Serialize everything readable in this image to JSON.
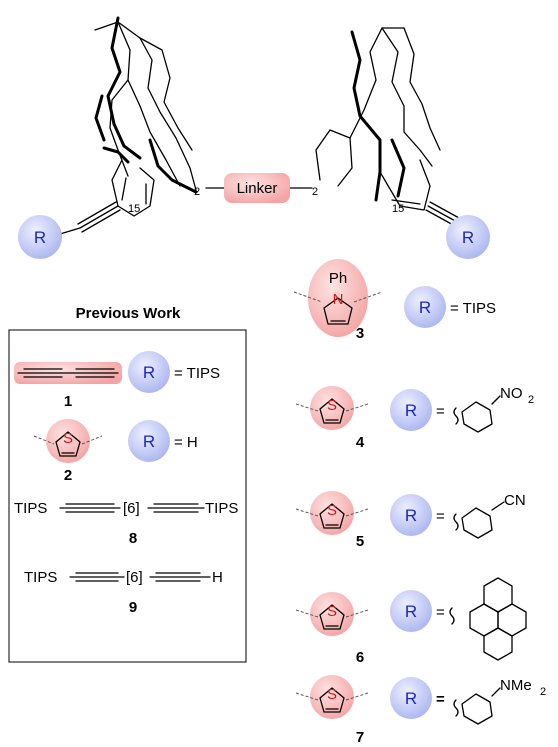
{
  "colors": {
    "r_circle": "#c8cff5",
    "r_text": "#1a24c8",
    "linker_fill": "#f7b9b9",
    "heteroatom": "#e01010"
  },
  "top": {
    "linker": "Linker",
    "pos_2_left": "2",
    "pos_2_right": "2",
    "pos_15_left": "15",
    "pos_15_right": "15",
    "r_left": "R",
    "r_right": "R"
  },
  "previous_work": {
    "title": "Previous Work",
    "entries": [
      {
        "number": "1",
        "r": "R",
        "value": "= TIPS"
      },
      {
        "number": "2",
        "heteroatom": "S",
        "r": "R",
        "value": "= H"
      },
      {
        "number": "8",
        "left": "TIPS",
        "middle": "[6]",
        "right": "TIPS"
      },
      {
        "number": "9",
        "left": "TIPS",
        "middle": "[6]",
        "right": "H"
      }
    ]
  },
  "new_work": [
    {
      "number": "3",
      "ring_label": "Ph",
      "heteroatom": "N",
      "r": "R",
      "value": "= TIPS"
    },
    {
      "number": "4",
      "heteroatom": "S",
      "r": "R",
      "eq": "=",
      "substituent": "NO",
      "subscript": "2"
    },
    {
      "number": "5",
      "heteroatom": "S",
      "r": "R",
      "eq": "=",
      "substituent": "CN"
    },
    {
      "number": "6",
      "heteroatom": "S",
      "r": "R",
      "eq": "="
    },
    {
      "number": "7",
      "heteroatom": "S",
      "r": "R",
      "eq": "=",
      "substituent": "NMe",
      "subscript": "2"
    }
  ]
}
